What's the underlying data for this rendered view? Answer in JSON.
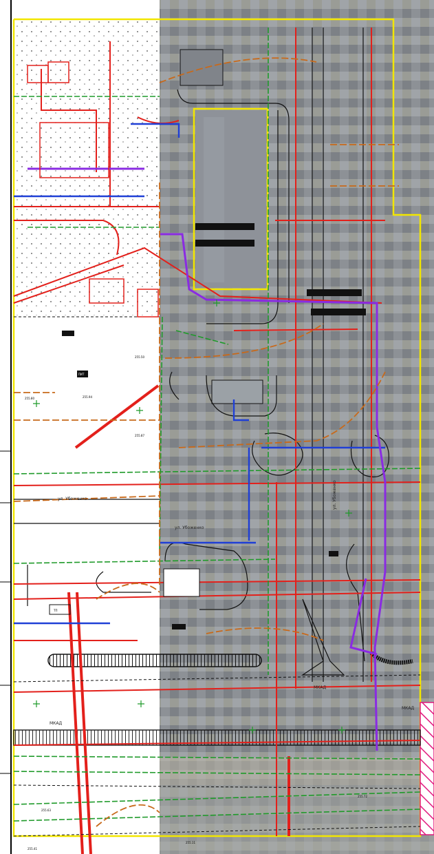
{
  "streets": {
    "ubozhenko_left": "ул. Убоженко",
    "ubozhenko_mid": "ул. Убоженко",
    "ubozhenko_vertical": "ул. Убоженко",
    "mkad_left": "МКАД",
    "mkad_mid": "МКАД",
    "mkad_right": "МКАД"
  },
  "labels": {
    "pit": "ПИТ",
    "tp": "ТП",
    "spot_1": "255.80",
    "spot_2": "255.94",
    "spot_3": "255.87",
    "spot_4": "255.63",
    "spot_5": "255.41",
    "spot_6": "255.72",
    "spot_7": "255.11",
    "spot_8": "255.50"
  },
  "colors": {
    "boundary": "#f2e600",
    "hatch": "#e0197d",
    "red_line": "#e3201b",
    "green_line": "#1f9a2a",
    "blue_line": "#1f3fd6",
    "purple_line": "#8a2be2",
    "orange_line": "#c8691a",
    "black_line": "#111111"
  }
}
